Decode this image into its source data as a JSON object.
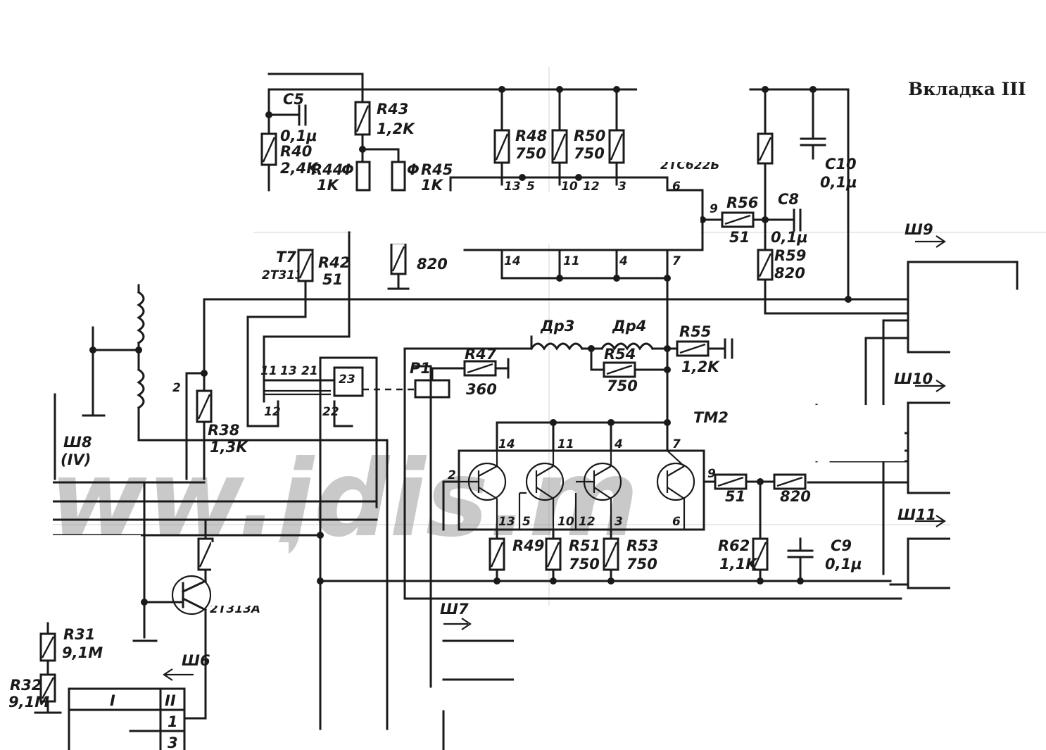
{
  "title": "Вкладка III",
  "watermark": "ww.jdis.m",
  "labels": {
    "c5": "C5",
    "c5v": "0,1μ",
    "r40": "R40",
    "r40v": "2,4K",
    "r43": "R43",
    "r43v": "1,2K",
    "r44": "R44",
    "r44v": "1K",
    "r45": "R45",
    "r45v": "1K",
    "r46v": "820",
    "r48": "R48",
    "r48v": "750",
    "r50": "R50",
    "r50v": "750",
    "ic_top": "2ТС622Б",
    "r56": "R56",
    "r56v": "51",
    "c8": "C8",
    "c8v": "0,1μ",
    "c10": "C10",
    "c10v": "0,1μ",
    "r59": "R59",
    "r59v": "820",
    "t7": "T7",
    "t7type": "2Т313А",
    "r42": "R42",
    "r42v": "51",
    "dr3": "Др3",
    "dr4": "Др4",
    "r55": "R55",
    "r55v": "1,2K",
    "r54": "R54",
    "r54v": "750",
    "r47": "R47",
    "r47v": "360",
    "p1": "P1",
    "r38": "R38",
    "r38v": "1,3K",
    "sh8": "Ш8",
    "sh8b": "(IV)",
    "tm2": "TM2",
    "r57v": "51",
    "r58v": "820",
    "r62": "R62",
    "r62v": "1,1K",
    "c9": "C9",
    "c9v": "0,1μ",
    "r49": "R49",
    "r51": "R51",
    "r51v": "750",
    "r53": "R53",
    "r53v": "750",
    "t_bottom": "2Т313А",
    "r31": "R31",
    "r31v": "9,1M",
    "r32": "R32",
    "r32v": "9,1M",
    "sh6": "Ш6",
    "sh7": "Ш7",
    "sh9": "Ш9",
    "sh10": "Ш10",
    "sh11": "Ш11",
    "tbl_i": "I",
    "tbl_ii": "II",
    "tbl_1": "1",
    "tbl_3": "3",
    "phi": "Φ"
  },
  "pins": {
    "top": [
      "13",
      "5",
      "10",
      "12",
      "3",
      "6",
      "9",
      "14",
      "11",
      "4",
      "7"
    ],
    "bottom": [
      "14",
      "11",
      "4",
      "7",
      "2",
      "13",
      "5",
      "10",
      "12",
      "3",
      "6",
      "9"
    ],
    "switch": [
      "11",
      "13",
      "21",
      "23",
      "12",
      "22",
      "2"
    ]
  }
}
